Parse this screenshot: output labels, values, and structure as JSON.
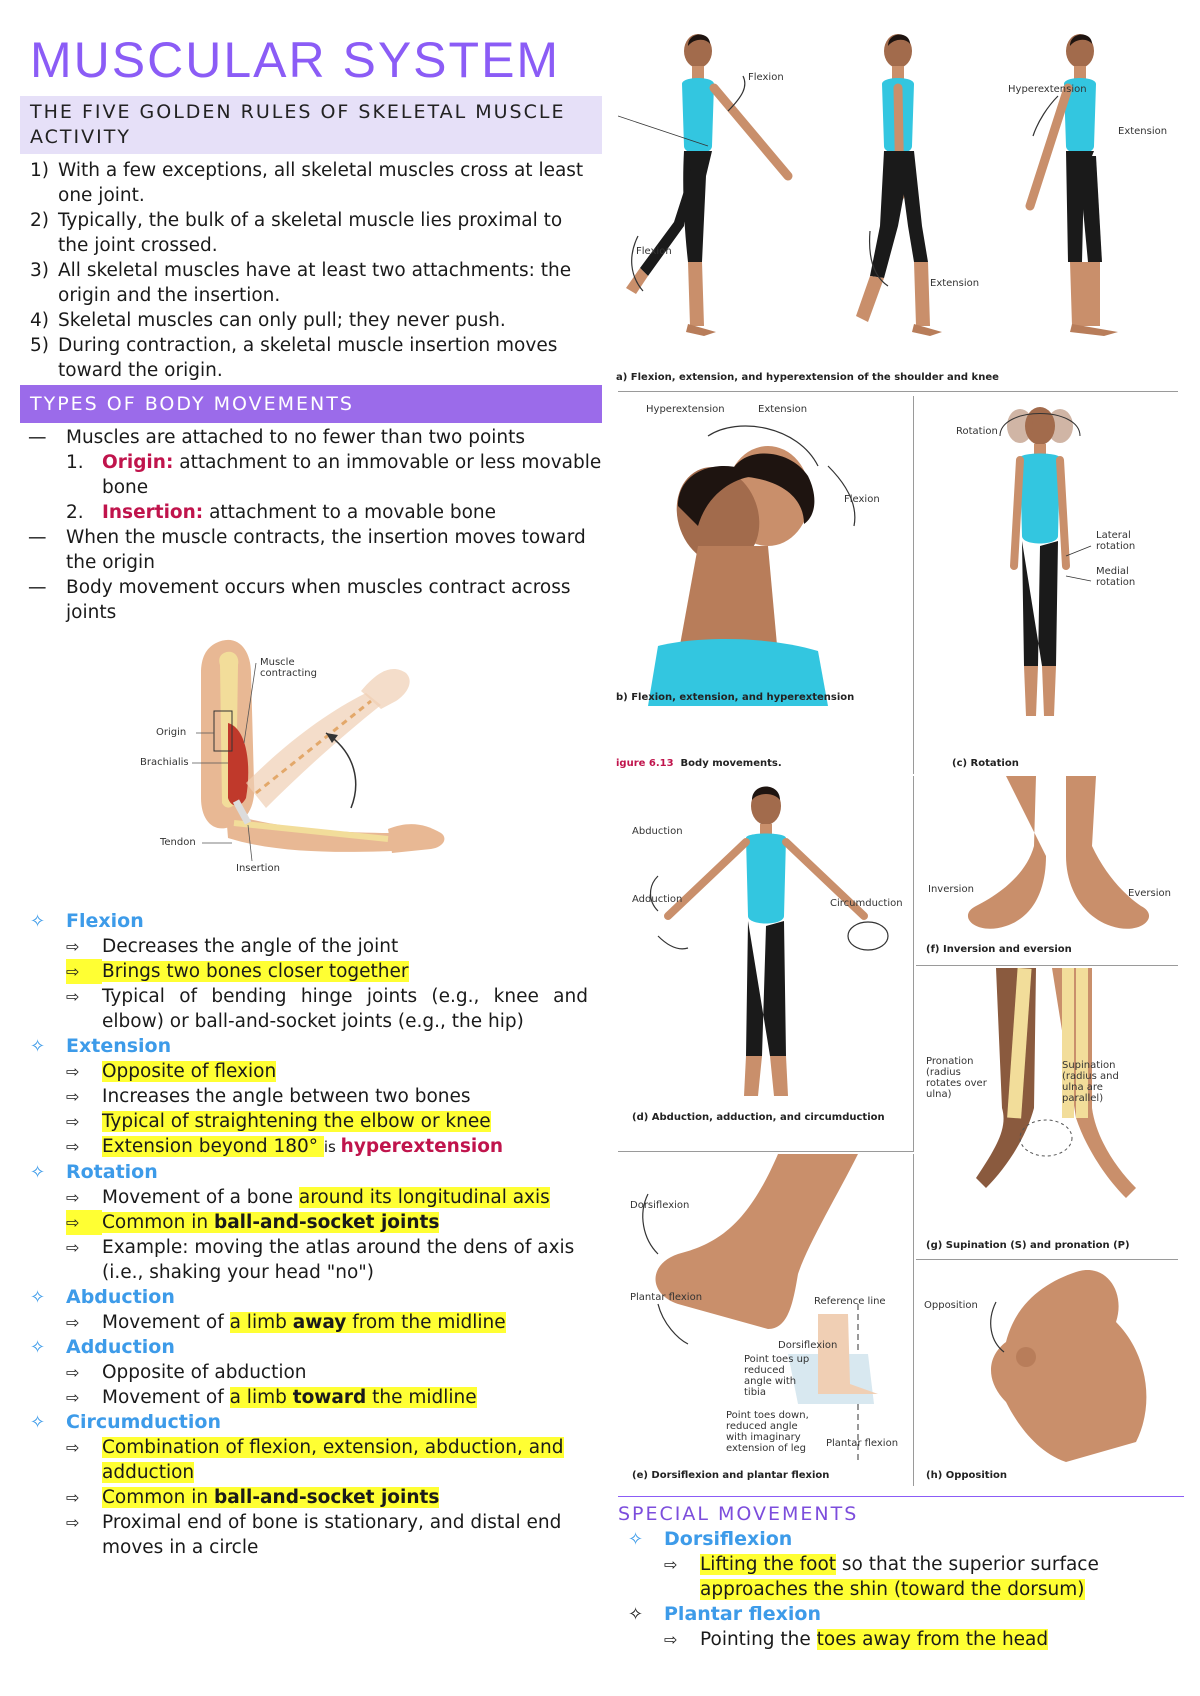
{
  "title": "MUSCULAR SYSTEM",
  "rules_header": "THE FIVE GOLDEN RULES OF SKELETAL MUSCLE ACTIVITY",
  "rules": [
    {
      "num": "1)",
      "text": "With a few exceptions, all skeletal muscles cross at least one joint."
    },
    {
      "num": "2)",
      "text": "Typically, the bulk of a skeletal muscle lies proximal to the joint crossed."
    },
    {
      "num": "3)",
      "text": "All skeletal muscles have at least two attachments: the origin and the insertion."
    },
    {
      "num": "4)",
      "text": "Skeletal muscles can only pull; they never push."
    },
    {
      "num": "5)",
      "text": "During contraction, a skeletal muscle insertion moves toward the origin."
    }
  ],
  "types_header": "TYPES OF BODY MOVEMENTS",
  "types": {
    "attach": "Muscles are attached to no fewer than two points",
    "origin_num": "1.",
    "origin_term": "Origin:",
    "origin_def": " attachment to an immovable or less movable bone",
    "insertion_num": "2.",
    "insertion_term": "Insertion:",
    "insertion_def": " attachment to a movable bone",
    "contract": "When the muscle contracts, the insertion moves toward the origin",
    "occurs": "Body movement occurs when muscles contract across joints"
  },
  "arm_figure": {
    "muscle": "Muscle contracting",
    "origin": "Origin",
    "brachialis": "Brachialis",
    "tendon": "Tendon",
    "insertion": "Insertion"
  },
  "movements": {
    "flexion": {
      "name": "Flexion",
      "i1": "Decreases the angle of the joint",
      "i2": "Brings two bones closer together",
      "i3": "Typical of bending hinge joints (e.g., knee and elbow) or ball-and-socket joints (e.g., the hip)"
    },
    "extension": {
      "name": "Extension",
      "i1": "Opposite of flexion",
      "i2": "Increases the angle between two bones",
      "i3": "Typical of straightening the elbow or knee",
      "i4_a": "Extension beyond 180° ",
      "i4_b": "is ",
      "i4_c": "hyperextension"
    },
    "rotation": {
      "name": "Rotation",
      "i1_a": "Movement of a bone ",
      "i1_b": "around its longitudinal axis",
      "i2_a": "Common in ",
      "i2_b": "ball-and-socket joints",
      "i3": "Example: moving the atlas around the dens of axis (i.e., shaking your head \"no\")"
    },
    "abduction": {
      "name": "Abduction",
      "i1_a": "Movement of ",
      "i1_b": "a limb ",
      "i1_c": "away",
      "i1_d": " from the midline"
    },
    "adduction": {
      "name": "Adduction",
      "i1": "Opposite of abduction",
      "i2_a": "Movement of ",
      "i2_b": "a limb ",
      "i2_c": "toward",
      "i2_d": " the midline"
    },
    "circumduction": {
      "name": "Circumduction",
      "i1": "Combination of flexion, extension, abduction, and adduction",
      "i2_a": "Common in ",
      "i2_b": "ball-and-socket joints",
      "i3": "Proximal end of bone is stationary, and distal end moves in a circle"
    }
  },
  "figures": {
    "a_flexion_top": "Flexion",
    "a_flexion_leg": "Flexion",
    "a_extension": "Extension",
    "a_hyperext": "Hyperextension",
    "a_extension2": "Extension",
    "a_caption": "a) Flexion, extension, and hyperextension of the shoulder and knee",
    "b_hyper": "Hyperextension",
    "b_ext": "Extension",
    "b_flex": "Flexion",
    "b_caption": "b) Flexion, extension, and hyperextension",
    "fig_label_red": "igure 6.13",
    "fig_label": "Body movements.",
    "c_rotation": "Rotation",
    "c_lateral": "Lateral rotation",
    "c_medial": "Medial rotation",
    "c_caption": "(c) Rotation",
    "d_abduction": "Abduction",
    "d_adduction": "Adduction",
    "d_circ": "Circumduction",
    "d_caption": "(d) Abduction, adduction, and circumduction",
    "f_inversion": "Inversion",
    "f_eversion": "Eversion",
    "f_caption": "(f) Inversion and eversion",
    "g_pronation": "Pronation (radius rotates over ulna)",
    "g_supination": "Supination (radius and ulna are parallel)",
    "g_caption": "(g) Supination (S) and pronation (P)",
    "e_dorsi": "Dorsiflexion",
    "e_plantar": "Plantar flexion",
    "e_ref": "Reference line",
    "e_dorsi2": "Dorsiflexion",
    "e_up": "Point toes up reduced angle with tibia",
    "e_down": "Point toes down, reduced angle with imaginary extension of leg",
    "e_plantar2": "Plantar flexion",
    "e_caption": "(e) Dorsiflexion and plantar flexion",
    "h_opposition": "Opposition",
    "h_caption": "(h) Opposition"
  },
  "special": {
    "title": "SPECIAL MOVEMENTS",
    "dorsi_name": "Dorsiflexion",
    "dorsi_a": "Lifting the foot",
    "dorsi_b": " so that the superior surface ",
    "dorsi_c": "approaches the shin (toward the dorsum)",
    "plantar_name": "Plantar flexion",
    "plantar_a": "Pointing the ",
    "plantar_b": "toes away from the head"
  },
  "colors": {
    "title": "#8b5cf6",
    "header_light": "#e6e0f8",
    "header_dark": "#9b6bea",
    "term_red": "#c0144c",
    "bullet_blue": "#3d9be9",
    "highlight": "#ffff33",
    "top_cyan": "#33c6e0"
  }
}
